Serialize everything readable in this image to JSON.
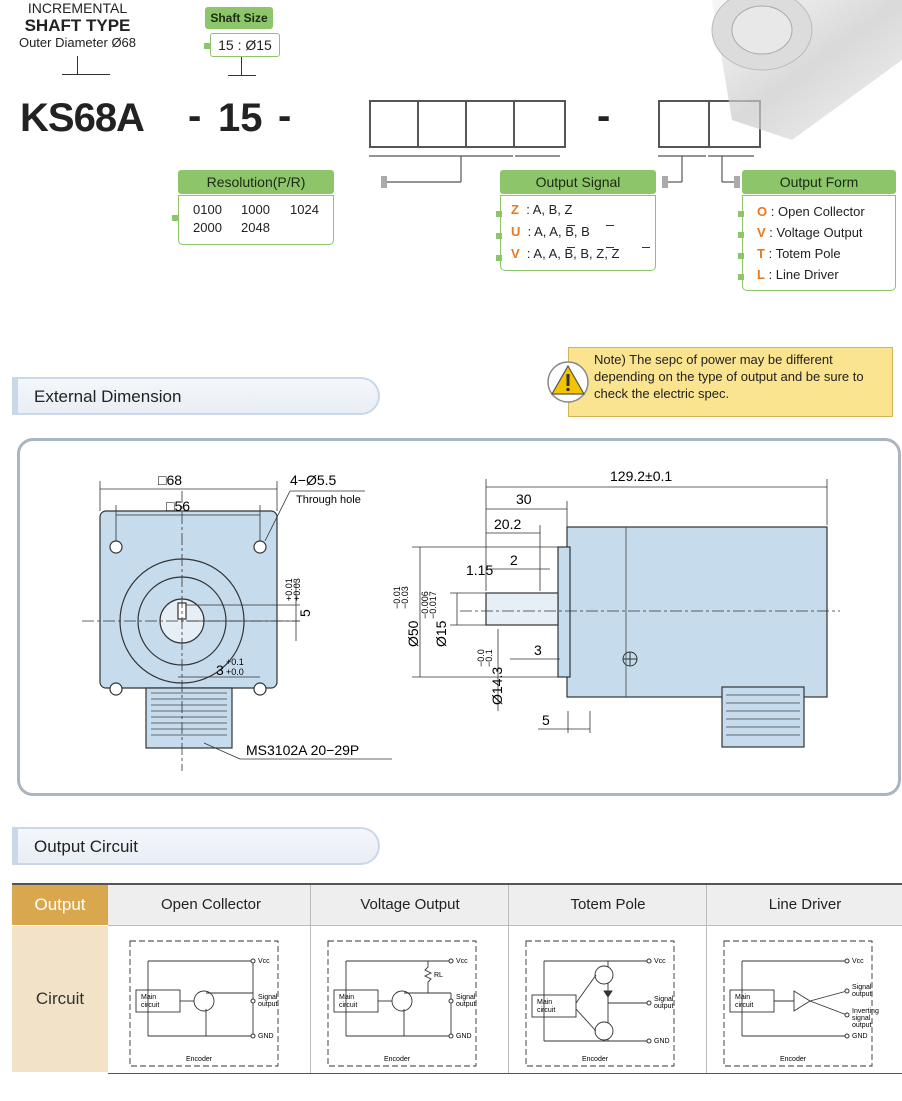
{
  "product": {
    "line1": "INCREMENTAL",
    "line2": "SHAFT TYPE",
    "line3": "Outer Diameter Ø68"
  },
  "model": {
    "code": "KS68A",
    "sep1": "-",
    "shaft": "15",
    "sep2": "-",
    "sep3": "-"
  },
  "shaft_size": {
    "label": "Shaft Size",
    "value": "15 : Ø15"
  },
  "resolution": {
    "label": "Resolution(P/R)",
    "values": [
      "0100",
      "1000",
      "1024",
      "2000",
      "2048"
    ]
  },
  "output_signal": {
    "label": "Output Signal",
    "items": [
      {
        "code": "Z",
        "text": ": A, B, Z"
      },
      {
        "code": "U",
        "text": ": A, A, B, B"
      },
      {
        "code": "V",
        "text": ": A, A, B, B, Z, Z"
      }
    ]
  },
  "output_form": {
    "label": "Output Form",
    "items": [
      {
        "code": "O",
        "text": ": Open Collector"
      },
      {
        "code": "V",
        "text": ": Voltage Output"
      },
      {
        "code": "T",
        "text": ": Totem Pole"
      },
      {
        "code": "L",
        "text": ": Line Driver"
      }
    ]
  },
  "note": {
    "text": "Note) The sepc of power may be different depending on the type of output and be sure to check the electric spec."
  },
  "sections": {
    "dimension": "External Dimension",
    "circuit": "Output Circuit"
  },
  "dims": {
    "sq68": "□68",
    "sq56": "□56",
    "holes": "4−Ø5.5",
    "through": "Through hole",
    "key5": "5",
    "key5_tol_up": "+0.01",
    "key5_tol_dn": "+0.03",
    "key3": "3",
    "key3_tol_up": "+0.1",
    "key3_tol_dn": "+0.0",
    "connector": "MS3102A 20−29P",
    "length": "129.2±0.1",
    "d30": "30",
    "d20_2": "20.2",
    "d2": "2",
    "d1_15": "1.15",
    "d50": "Ø50",
    "d50_tol_up": "−0.01",
    "d50_tol_dn": "−0.03",
    "d15": "Ø15",
    "d15_tol_up": "−0.006",
    "d15_tol_dn": "−0.017",
    "d14_3": "Ø14.3",
    "d14_3_tol_up": "−0.0",
    "d14_3_tol_dn": "−0.1",
    "d3": "3",
    "d5": "5"
  },
  "circuit_table": {
    "header_label": "Output",
    "row_label": "Circuit",
    "columns": [
      "Open Collector",
      "Voltage Output",
      "Totem Pole",
      "Line Driver"
    ],
    "labels": {
      "main": "Main",
      "circuit": "circuit",
      "vcc": "Vcc",
      "gnd": "GND",
      "signal": "Signal",
      "output": "output",
      "inverting": "Inverting",
      "signal2": "signal",
      "output2": "output",
      "encoder": "Encoder",
      "rl": "RL"
    }
  },
  "colors": {
    "green": "#8cc56a",
    "orange": "#e9781e",
    "gold": "#d9a84e",
    "note_bg": "#fbe48f",
    "panel_border": "#a9b6c2",
    "part_fill": "#c6dced"
  }
}
